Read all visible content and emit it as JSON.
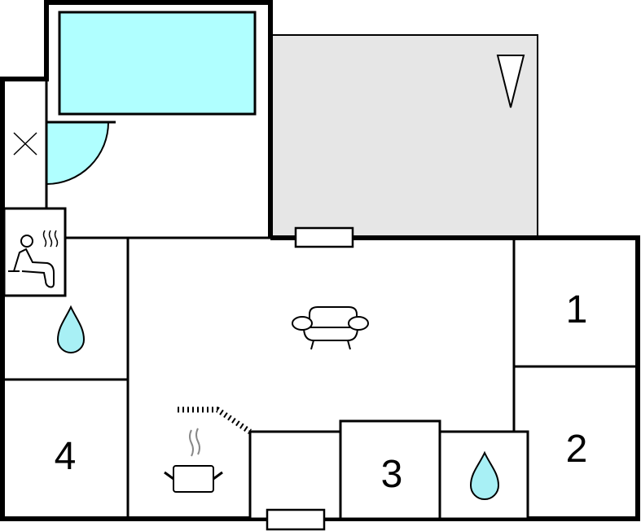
{
  "rooms": {
    "bedroom_1": "1",
    "bedroom_2": "2",
    "bedroom_3": "3",
    "bedroom_4": "4"
  },
  "icons": [
    "pool",
    "terrace",
    "sauna-icon",
    "water-drop-icon",
    "sofa-icon",
    "cooking-pot-icon",
    "door-swing",
    "window"
  ],
  "colors": {
    "water": "#b0ffff",
    "drop": "#a8f0f5",
    "terrace": "#e6e6e6",
    "wall": "#000000"
  }
}
